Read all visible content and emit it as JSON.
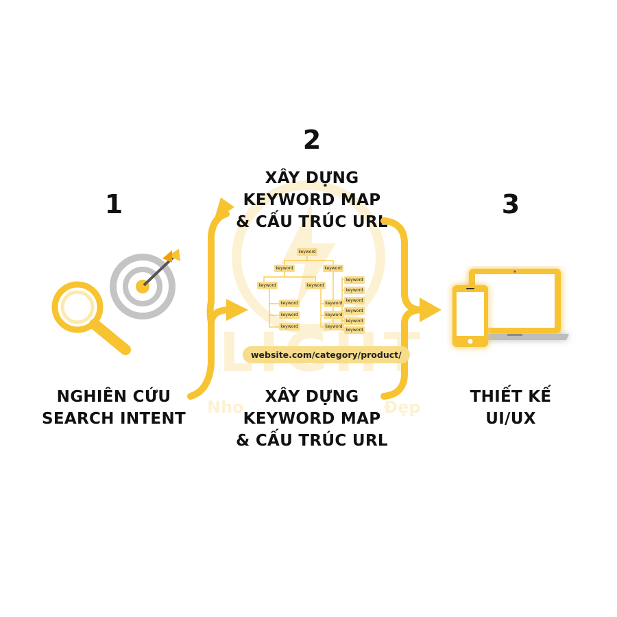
{
  "colors": {
    "accent": "#f7c331",
    "accent_light": "#f8dc8a",
    "text": "#111111",
    "gray": "#b8b8b8"
  },
  "watermark": {
    "brand": "LIGHT",
    "tagline_left": "Nho",
    "tagline_right": "Đẹp"
  },
  "steps": [
    {
      "number": "1",
      "label_lines": [
        "NGHIÊN CỨU",
        "SEARCH INTENT"
      ],
      "icons": [
        "magnifier-icon",
        "target-icon"
      ]
    },
    {
      "number": "2",
      "label_top_lines": [
        "XÂY DỰNG",
        "KEYWORD MAP",
        "& CẤU TRÚC URL"
      ],
      "label_bottom_lines": [
        "XÂY DỰNG",
        "KEYWORD MAP",
        "& CẤU TRÚC URL"
      ],
      "keyword_tree": {
        "node_label": "keyword",
        "url": "website.com/category/product/"
      }
    },
    {
      "number": "3",
      "label_lines": [
        "THIẾT KẾ",
        "UI/UX"
      ],
      "icons": [
        "mobile-phone-icon",
        "laptop-icon"
      ]
    }
  ]
}
